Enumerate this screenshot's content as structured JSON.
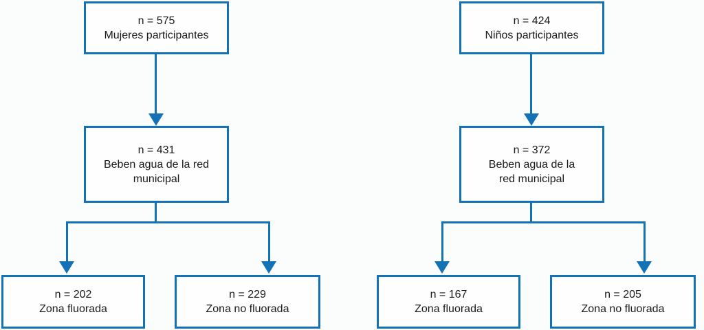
{
  "colors": {
    "line": "#1372b5",
    "box_fill": "#fefefe",
    "page_bg": "#fbfcfc",
    "text": "#1a1a1a"
  },
  "charts": [
    {
      "name": "mujeres",
      "top": {
        "lines": [
          "n = 575",
          "Mujeres participantes"
        ]
      },
      "middle": {
        "lines": [
          "n = 431",
          "Beben agua de la red",
          "municipal"
        ]
      },
      "leaf_left": {
        "lines": [
          "n = 202",
          "Zona fluorada"
        ]
      },
      "leaf_right": {
        "lines": [
          "n = 229",
          "Zona no fluorada"
        ]
      }
    },
    {
      "name": "ninos",
      "top": {
        "lines": [
          "n = 424",
          "Niños participantes"
        ]
      },
      "middle": {
        "lines": [
          "n = 372",
          "Beben agua de la",
          "red municipal"
        ]
      },
      "leaf_left": {
        "lines": [
          "n = 167",
          "Zona fluorada"
        ]
      },
      "leaf_right": {
        "lines": [
          "n = 205",
          "Zona no fluorada"
        ]
      }
    }
  ]
}
